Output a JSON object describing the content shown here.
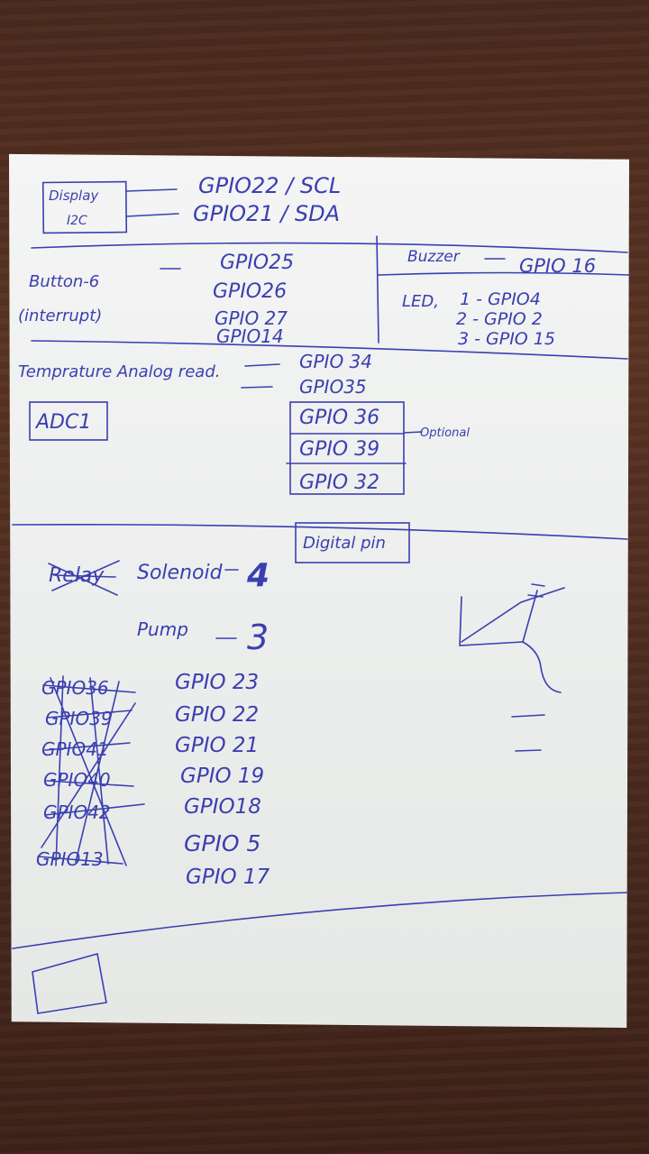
{
  "display": {
    "box_label_1": "Display",
    "box_label_2": "I2C",
    "scl": "GPIO22 / SCL",
    "sda": "GPIO21 / SDA"
  },
  "buttons": {
    "label_1": "Button-6",
    "label_2": "(interrupt)",
    "pins": [
      "GPIO25",
      "GPIO26",
      "GPIO 27",
      "GPIO14"
    ]
  },
  "buzzer": {
    "label": "Buzzer",
    "pin": "GPIO 16"
  },
  "led": {
    "label": "LED,",
    "pins": [
      "1 - GPIO4",
      "2 - GPIO 2",
      "3 - GPIO 15"
    ]
  },
  "temperature": {
    "label": "Temprature Analog read.",
    "adc_label": "ADC1",
    "pins": [
      "GPIO 34",
      "GPIO35"
    ],
    "optional_pins": [
      "GPIO 36",
      "GPIO 39",
      "GPIO 32"
    ],
    "optional_label": "Optional"
  },
  "digital": {
    "label": "Digital pin",
    "crossed_word": "Relay",
    "solenoid_label": "Solenoid",
    "solenoid_count": "4",
    "pump_label": "Pump",
    "pump_count": "3"
  },
  "crossed_pins": [
    "GPIO36",
    "GPIO39",
    "GPIO41",
    "GPIO40",
    "GPIO42",
    "GPIO13"
  ],
  "gpio_list": [
    "GPIO 23",
    "GPIO 22",
    "GPIO 21",
    "GPIO 19",
    "GPIO18",
    "GPIO 5",
    "GPIO 17"
  ],
  "colors": {
    "ink": "#3a3fb0",
    "paper": "#eef0ef",
    "table": "#4e2c20"
  }
}
